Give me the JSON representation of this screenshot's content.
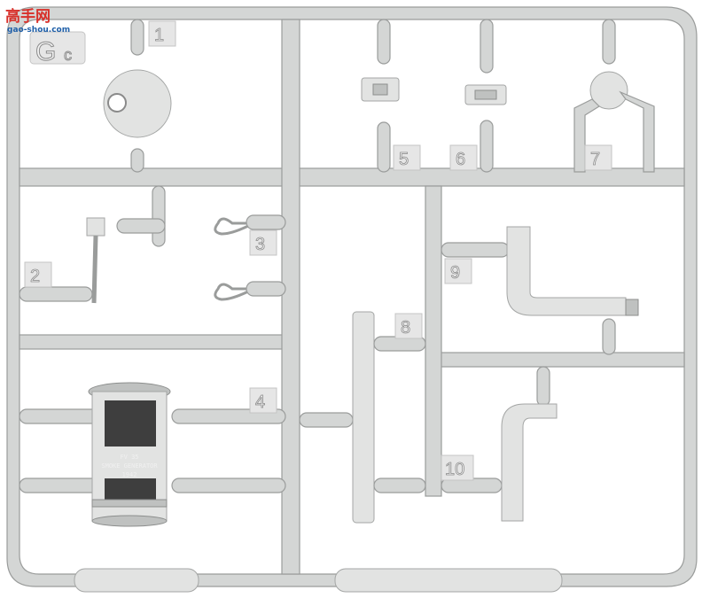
{
  "watermark": {
    "brand": "高手网",
    "url": "gao-shou.com"
  },
  "sprue_code": {
    "letter": "G",
    "suffix": "c"
  },
  "part_numbers": [
    "1",
    "2",
    "3",
    "4",
    "5",
    "6",
    "7",
    "8",
    "9",
    "10"
  ],
  "drum_markings": [
    "FV 35",
    "SMOKE GENERATOR",
    "1942"
  ],
  "colors": {
    "plastic": "#d4d6d5",
    "outline": "#9a9c9b",
    "drum_band": "#3e3e3e"
  }
}
